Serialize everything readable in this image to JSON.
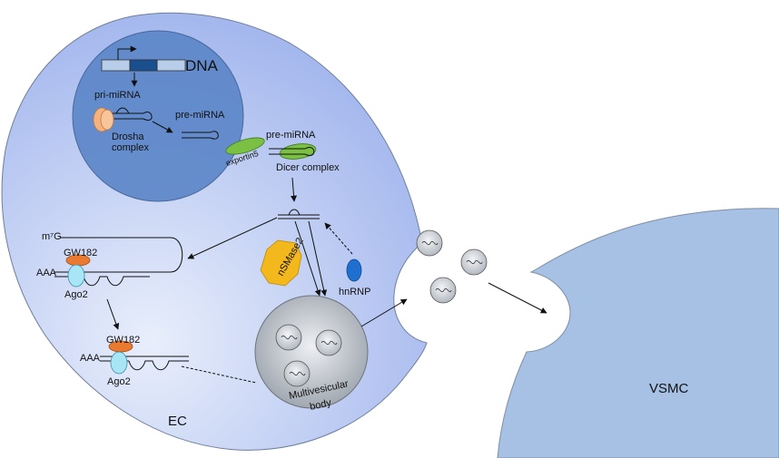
{
  "labels": {
    "dna": "DNA",
    "pri_mirna": "pri-miRNA",
    "pre_mirna_nucleus": "pre-miRNA",
    "drosha": "Drosha",
    "complex": "complex",
    "exportin5": "exportin5",
    "pre_mirna_cyto": "pre-miRNA",
    "dicer_complex": "Dicer complex",
    "m7g": "m⁷G",
    "gw182_top": "GW182",
    "aaa_top": "AAA",
    "ago2_top": "Ago2",
    "gw182_bottom": "GW182",
    "aaa_bottom": "AAA",
    "ago2_bottom": "Ago2",
    "nsmase2": "nSMase2",
    "hnrnp": "hnRNP",
    "multivesicular": "Multivesicular",
    "body": "body",
    "ec": "EC",
    "vsmc": "VSMC"
  },
  "colors": {
    "ec_cell": "#a9bdf0",
    "nucleus": "#5b86c8",
    "vsmc_cell": "#a7c1e4",
    "exosome": "#c9cfd6",
    "drosha": "#f5b27c",
    "exportin": "#7bc043",
    "gw182": "#e97a30",
    "ago2": "#a8e6f5",
    "nsmase2": "#f2b81c",
    "hnrnp": "#1f6fd1",
    "dna_dark": "#1a4f8f"
  }
}
